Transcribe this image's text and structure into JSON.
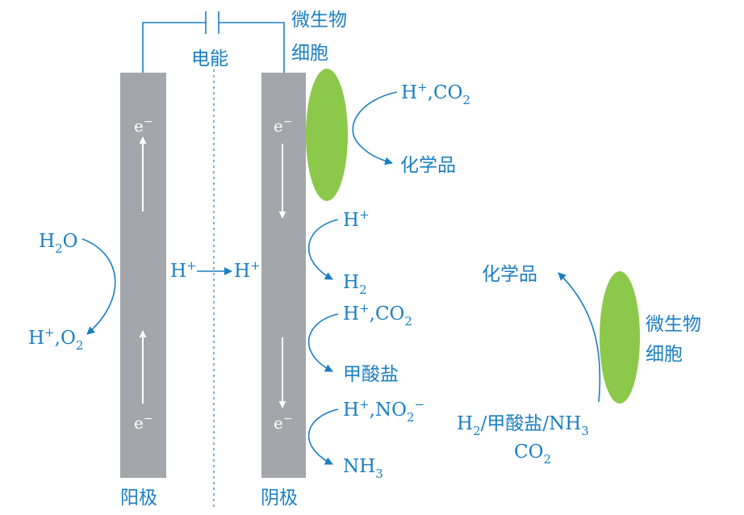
{
  "power_label": "电能",
  "microbe_top_label": [
    "微生物",
    "细胞"
  ],
  "microbe_side_label": [
    "微生物",
    "细胞"
  ],
  "anode_label": "阳极",
  "cathode_label": "阴极",
  "electron": {
    "base": "e",
    "sup": "−"
  },
  "anode_in": {
    "parts": [
      "H",
      "2",
      "O"
    ]
  },
  "anode_out": {
    "parts": [
      "H",
      "+",
      ",O",
      "2"
    ]
  },
  "proton_left": {
    "parts": [
      "H",
      "+"
    ]
  },
  "proton_right": {
    "parts": [
      "H",
      "+"
    ]
  },
  "microbe_in": {
    "parts": [
      "H",
      "+",
      ",CO",
      "2"
    ]
  },
  "microbe_out": "化学品",
  "h2_in": {
    "parts": [
      "H",
      "+"
    ]
  },
  "h2_out": {
    "parts": [
      "H",
      "2"
    ]
  },
  "formate_in": {
    "parts": [
      "H",
      "+",
      ",CO",
      "2"
    ]
  },
  "formate_out": "甲酸盐",
  "nh3_in": {
    "parts": [
      "H",
      "+",
      ",NO",
      "2",
      "−"
    ]
  },
  "nh3_out": {
    "parts": [
      "NH",
      "3"
    ]
  },
  "side_out": "化学品",
  "side_in_line1": {
    "parts": [
      "H",
      "2",
      "/甲酸盐/NH",
      "3"
    ]
  },
  "side_in_line2": {
    "parts": [
      "CO",
      "2"
    ]
  },
  "colors": {
    "electrode": "#a3a6aa",
    "microbe": "#8cc94b",
    "text": "#1a7fc1"
  }
}
